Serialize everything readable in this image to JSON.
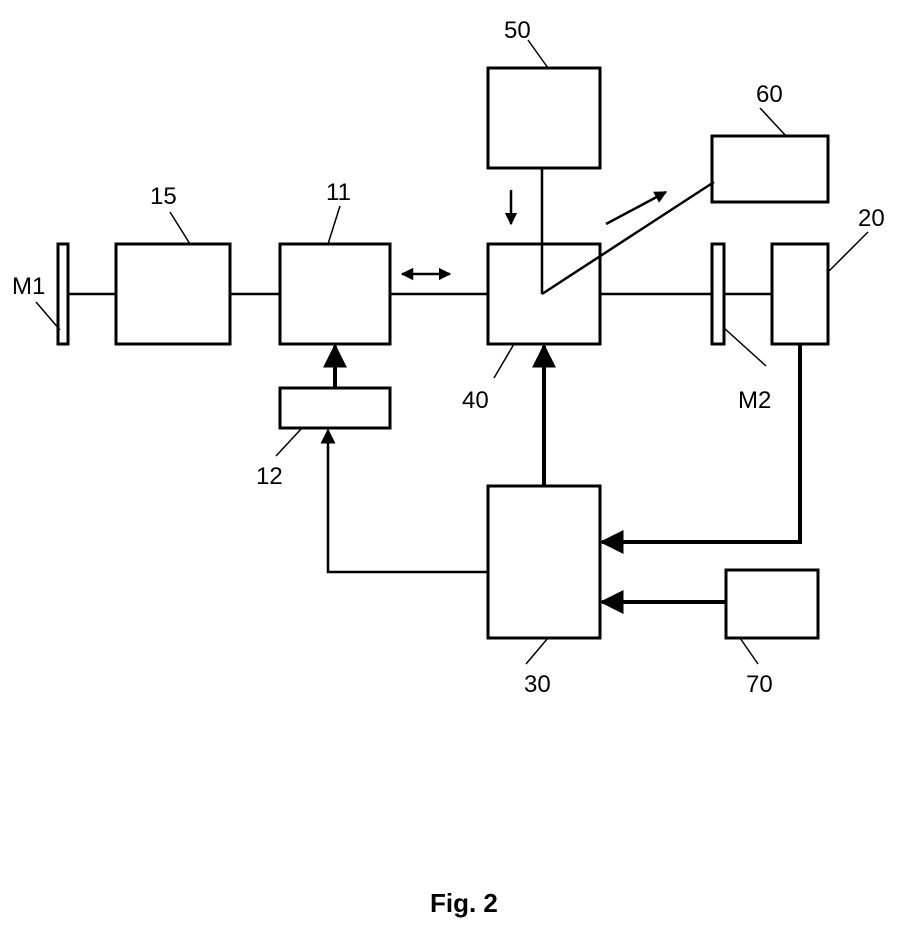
{
  "labels": {
    "m1": "M1",
    "b15": "15",
    "b11": "11",
    "b12": "12",
    "b40": "40",
    "b50": "50",
    "b60": "60",
    "m2": "M2",
    "b20": "20",
    "b30": "30",
    "b70": "70"
  },
  "caption": "Fig. 2"
}
